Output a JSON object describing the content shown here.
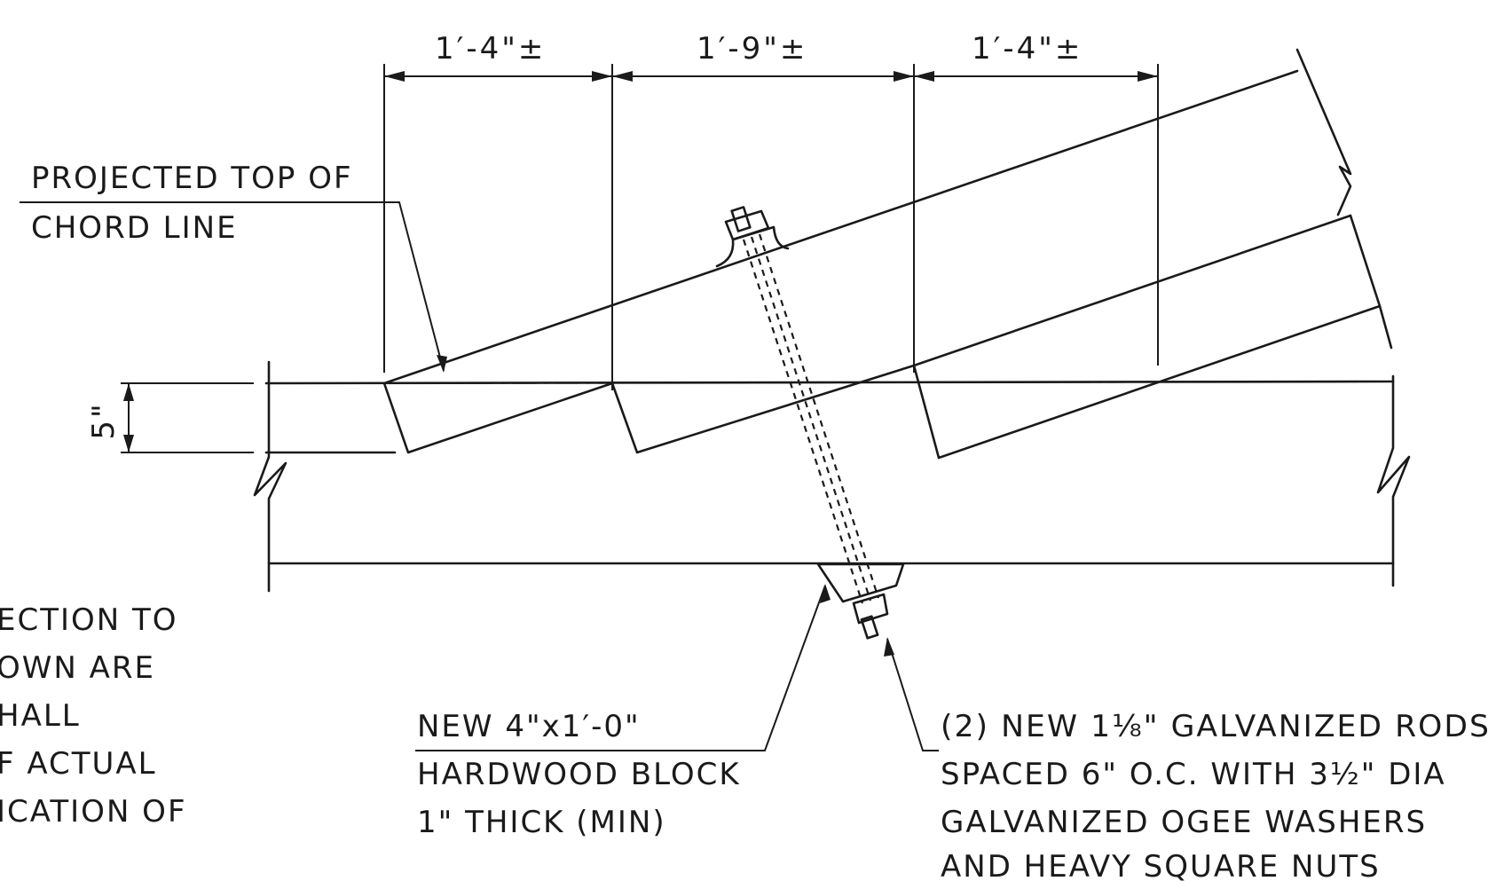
{
  "dimensions": {
    "left": "1′-4\"±",
    "middle": "1′-9\"±",
    "right": "1′-4\"±",
    "offset": "5\""
  },
  "labels": {
    "projected_line1": "PROJECTED TOP OF",
    "projected_line2": "CHORD LINE",
    "block_line1": "NEW 4\"x1′-0\"",
    "block_line2": "HARDWOOD BLOCK",
    "block_line3": "1\" THICK (MIN)",
    "rods_line1": "(2) NEW 1⅛\" GALVANIZED RODS",
    "rods_line2": "SPACED 6\" O.C. WITH 3½\" DIA",
    "rods_line3": "GALVANIZED OGEE WASHERS",
    "rods_line4": "AND HEAVY SQUARE NUTS"
  },
  "partial_note": {
    "line1": "ECTION TO",
    "line2": "OWN ARE",
    "line3": "HALL",
    "line4": "F ACTUAL",
    "line5": "ICATION OF"
  }
}
